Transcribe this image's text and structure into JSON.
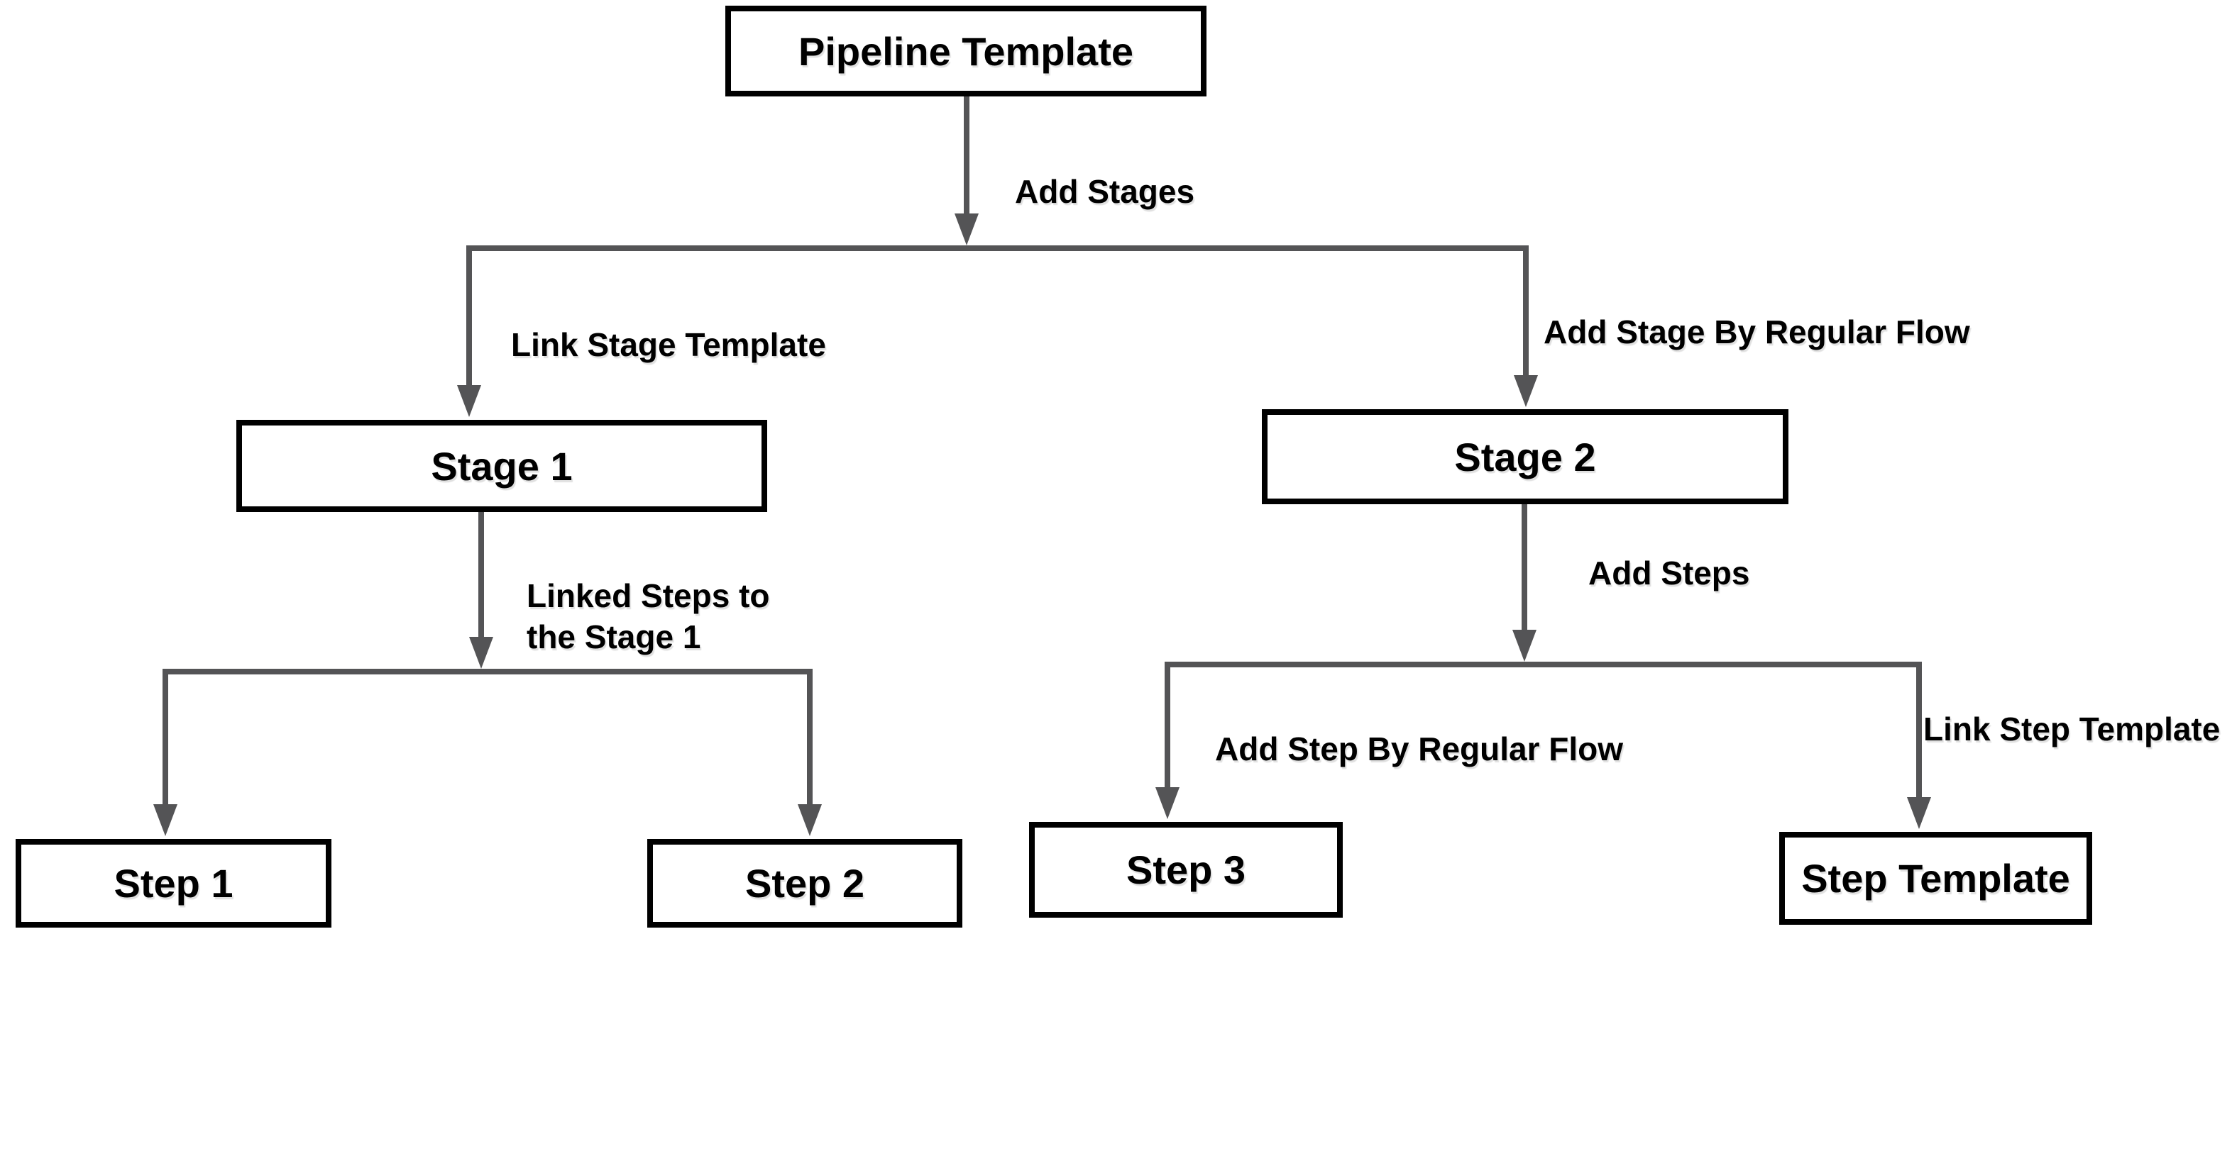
{
  "diagram": {
    "type": "flowchart",
    "background_color": "#ffffff",
    "connector_color": "#545456",
    "node_border_color": "#000000",
    "node_fill_color": "#ffffff",
    "text_color": "#000000",
    "nodes": {
      "pipeline_template": {
        "label": "Pipeline Template"
      },
      "stage_1": {
        "label": "Stage 1"
      },
      "stage_2": {
        "label": "Stage 2"
      },
      "step_1": {
        "label": "Step 1"
      },
      "step_2": {
        "label": "Step 2"
      },
      "step_3": {
        "label": "Step 3"
      },
      "step_template": {
        "label": "Step Template"
      }
    },
    "edges": {
      "add_stages": {
        "label": "Add Stages",
        "from": "pipeline_template",
        "to": "stage_1 / stage_2"
      },
      "link_stage_template": {
        "label": "Link Stage Template",
        "from": "pipeline_template",
        "to": "stage_1"
      },
      "add_stage_by_regular_flow": {
        "label": "Add Stage By Regular Flow",
        "from": "pipeline_template",
        "to": "stage_2"
      },
      "linked_steps_to_the_stage_1": {
        "label": "Linked Steps to\nthe Stage 1",
        "from": "stage_1",
        "to": "step_1 / step_2"
      },
      "add_steps": {
        "label": "Add Steps",
        "from": "stage_2",
        "to": "step_3 / step_template"
      },
      "add_step_by_regular_flow": {
        "label": "Add Step By Regular Flow",
        "from": "stage_2",
        "to": "step_3"
      },
      "link_step_template": {
        "label": "Link Step Template",
        "from": "stage_2",
        "to": "step_template"
      }
    }
  }
}
